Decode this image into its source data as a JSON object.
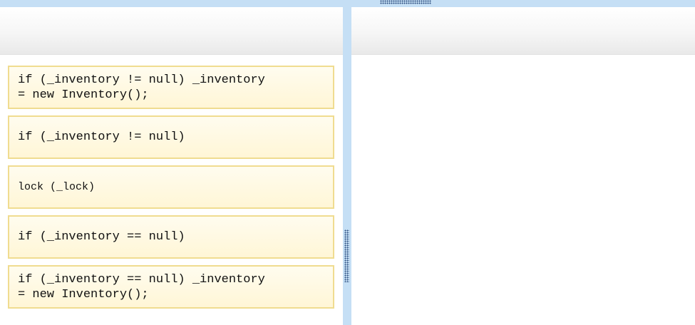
{
  "source_list": {
    "items": [
      {
        "code": "if (_inventory != null) _inventory\n= new Inventory();"
      },
      {
        "code": "if (_inventory != null)"
      },
      {
        "code": "lock (_lock)"
      },
      {
        "code": "if (_inventory == null)"
      },
      {
        "code": "if (_inventory == null) _inventory\n= new Inventory();"
      }
    ]
  },
  "colors": {
    "accent": "#c5dff5",
    "item_background": "#fff6d6",
    "item_border": "#f0dc90",
    "grip": "#2b4c7e"
  }
}
